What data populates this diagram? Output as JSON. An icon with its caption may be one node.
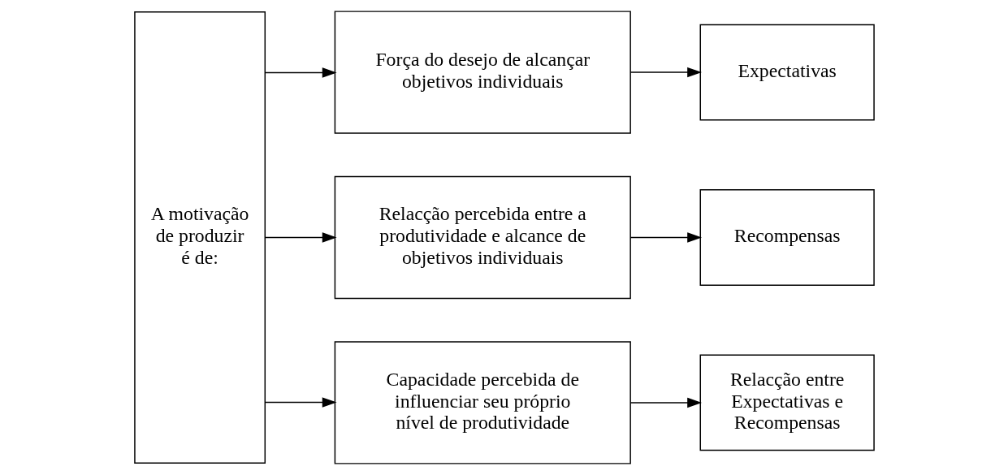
{
  "diagram": {
    "nodes": [
      {
        "text": [
          "A motivação de produzir é de:"
        ]
      },
      {
        "text": [
          "Força do desejo de alcançar objetivos individuais"
        ]
      },
      {
        "text": [
          "Relacção percebida entre a produtividade e alcance de objetivos individuais"
        ]
      },
      {
        "text": [
          "Capacidade percebida de influenciar seu próprio nível de produtividade"
        ]
      },
      {
        "text": [
          "Expectativas"
        ]
      },
      {
        "text": [
          "Recompensas"
        ]
      },
      {
        "text": [
          "Relacção entre Expectativas e Recompensas"
        ]
      }
    ],
    "edges": [
      {
        "from": 0,
        "to": 1,
        "arrow": "to"
      },
      {
        "from": 0,
        "to": 2,
        "arrow": "to"
      },
      {
        "from": 0,
        "to": 3,
        "arrow": "to"
      },
      {
        "from": 1,
        "to": 4,
        "arrow": "to"
      },
      {
        "from": 2,
        "to": 5,
        "arrow": "to"
      },
      {
        "from": 3,
        "to": 6,
        "arrow": "to"
      }
    ]
  }
}
